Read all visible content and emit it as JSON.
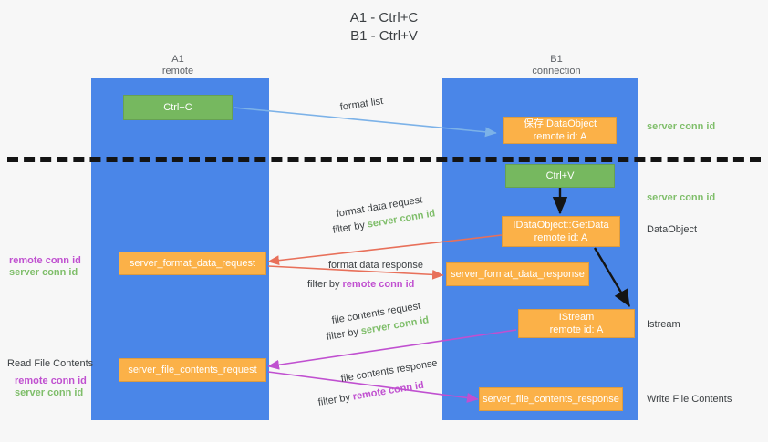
{
  "title": {
    "line1": "A1 - Ctrl+C",
    "line2": "B1 - Ctrl+V"
  },
  "columns": [
    {
      "name": "A1",
      "sub": "remote"
    },
    {
      "name": "B1",
      "sub": "connection"
    }
  ],
  "boxes": {
    "ctrl_c": "Ctrl+C",
    "save_idataobject_l1": "保存IDataObject",
    "save_idataobject_l2": "remote id: A",
    "ctrl_v": "Ctrl+V",
    "getdata_l1": "IDataObject::GetData",
    "getdata_l2": "remote id: A",
    "server_format_data_request": "server_format_data_request",
    "server_format_data_response": "server_format_data_response",
    "istream_l1": "IStream",
    "istream_l2": "remote id: A",
    "server_file_contents_request": "server_file_contents_request",
    "server_file_contents_response": "server_file_contents_response"
  },
  "right_labels": {
    "server_conn_id_top": "server conn id",
    "server_conn_id_mid": "server conn id",
    "dataobject": "DataObject",
    "istream": "Istream",
    "write_file_contents": "Write File Contents"
  },
  "left_labels": {
    "remote_conn_id_1": "remote conn id",
    "server_conn_id_1": "server conn id",
    "read_file_contents": "Read File Contents",
    "remote_conn_id_2": "remote conn id",
    "server_conn_id_2": "server conn id"
  },
  "arrows": {
    "format_list": "format list",
    "format_data_request": "format data request",
    "format_data_filter_prefix": "filter by ",
    "format_data_filter_value": "server conn id",
    "format_data_response": "format data response",
    "format_data_response_filter_prefix": "filter by ",
    "format_data_response_filter_value": "remote conn id",
    "file_contents_request": "file contents request",
    "file_contents_filter_prefix": "filter by ",
    "file_contents_filter_value": "server conn id",
    "file_contents_response": "file contents response",
    "file_contents_response_filter_prefix": "filter by ",
    "file_contents_response_filter_value": "remote conn id"
  },
  "colors": {
    "lane": "#4a86e8",
    "green_box": "#76b85f",
    "orange_box": "#fbb148",
    "green_text": "#7fbe6a",
    "magenta_text": "#c050d0",
    "light_blue_arrow": "#7cb2e8",
    "red_arrow": "#e8705a",
    "magenta_arrow": "#c050d0",
    "black_arrow": "#141414",
    "background": "#f7f7f7"
  }
}
